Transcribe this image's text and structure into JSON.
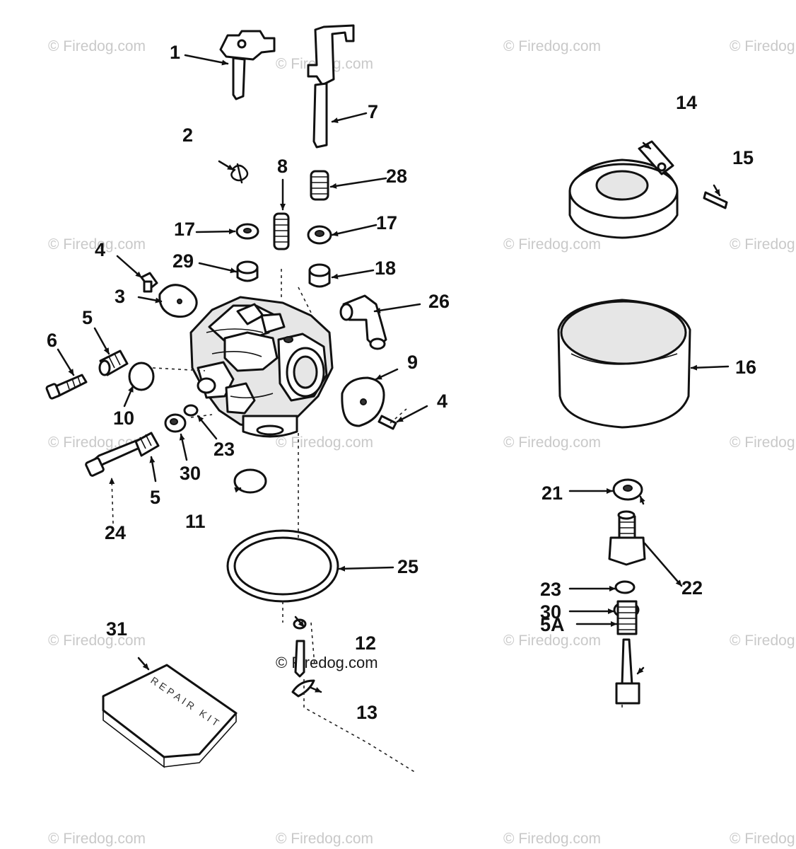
{
  "watermark": "© Firedog.com",
  "callouts": {
    "c1": "1",
    "c2": "2",
    "c3": "3",
    "c4a": "4",
    "c4b": "4",
    "c5a": "5",
    "c5b": "5",
    "c5A": "5A",
    "c6": "6",
    "c7": "7",
    "c8": "8",
    "c9": "9",
    "c10": "10",
    "c11": "11",
    "c12": "12",
    "c13": "13",
    "c14": "14",
    "c15": "15",
    "c16": "16",
    "c17a": "17",
    "c17b": "17",
    "c18": "18",
    "c21": "21",
    "c22": "22",
    "c23a": "23",
    "c23b": "23",
    "c24": "24",
    "c25": "25",
    "c26": "26",
    "c28": "28",
    "c29": "29",
    "c30a": "30",
    "c30b": "30",
    "c31": "31"
  }
}
